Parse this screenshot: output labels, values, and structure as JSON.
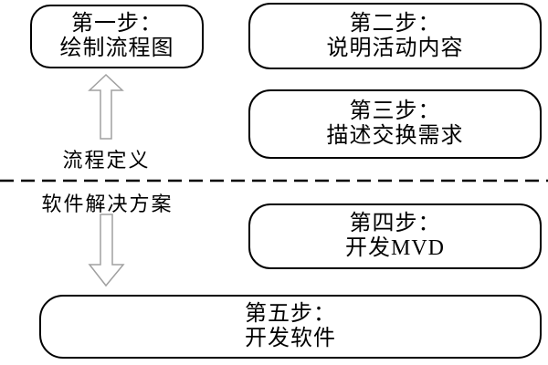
{
  "diagram": {
    "title": "five-step process diagram",
    "boxes": [
      {
        "id": "step1",
        "line1": "第一步：",
        "line2": "绘制流程图"
      },
      {
        "id": "step2",
        "line1": "第二步：",
        "line2": "说明活动内容"
      },
      {
        "id": "step3",
        "line1": "第三步：",
        "line2": "描述交换需求"
      },
      {
        "id": "step4",
        "line1": "第四步：",
        "line2": "开发MVD"
      },
      {
        "id": "step5",
        "line1": "第五步：",
        "line2": "开发软件"
      }
    ],
    "labels": {
      "upper_zone": "流程定义",
      "lower_zone": "软件解决方案"
    },
    "icons": {
      "up_arrow": "hollow-block-arrow-up",
      "down_arrow": "hollow-block-arrow-down"
    },
    "colors": {
      "background": "#ffffff",
      "box_border": "#000000",
      "box_fill": "#ffffff",
      "text": "#000000",
      "divider": "#000000",
      "arrow_outline": "#a0a0a0",
      "arrow_fill": "#ffffff"
    }
  }
}
